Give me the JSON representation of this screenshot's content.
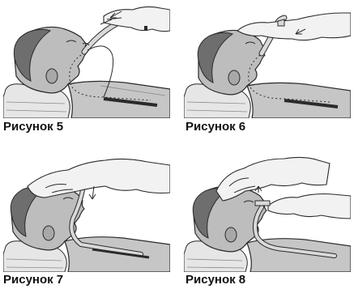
{
  "figures": [
    {
      "caption": "Рисунок 5"
    },
    {
      "caption": "Рисунок 6"
    },
    {
      "caption": "Рисунок 7"
    },
    {
      "caption": "Рисунок 8"
    }
  ],
  "colors": {
    "outline": "#2a2a2a",
    "skin": "#bdbdbd",
    "skin_shadow": "#9a9a9a",
    "hair": "#6e6e6e",
    "glove": "#f2f2f2",
    "pillow": "#e6e6e6",
    "tube": "#d9d9d9"
  }
}
